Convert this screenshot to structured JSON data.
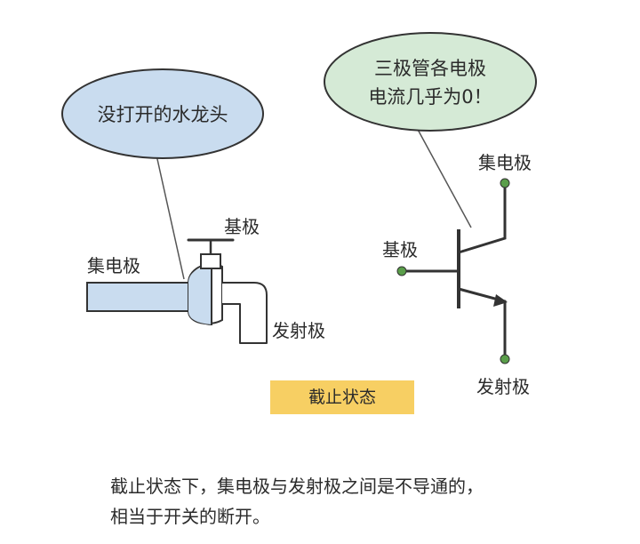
{
  "bubbles": {
    "faucet": {
      "text": "没打开的水龙头"
    },
    "transistor": {
      "line1": "三极管各电极",
      "line2": "电流几乎为0！"
    }
  },
  "faucet": {
    "collector": "集电极",
    "base": "基极",
    "emitter": "发射极"
  },
  "transistor": {
    "collector": "集电极",
    "base": "基极",
    "emitter": "发射极"
  },
  "state_label": "截止状态",
  "caption": {
    "line1": "截止状态下，集电极与发射极之间是不导通的，",
    "line2": "相当于开关的断开。"
  },
  "colors": {
    "faucet_bubble": "#c9dcef",
    "transistor_bubble": "#d5ead6",
    "pipe_fill": "#c9dcef",
    "state_label_bg": "#f7cf63",
    "terminal_dot": "#5a9e4a",
    "stroke": "#333333"
  }
}
